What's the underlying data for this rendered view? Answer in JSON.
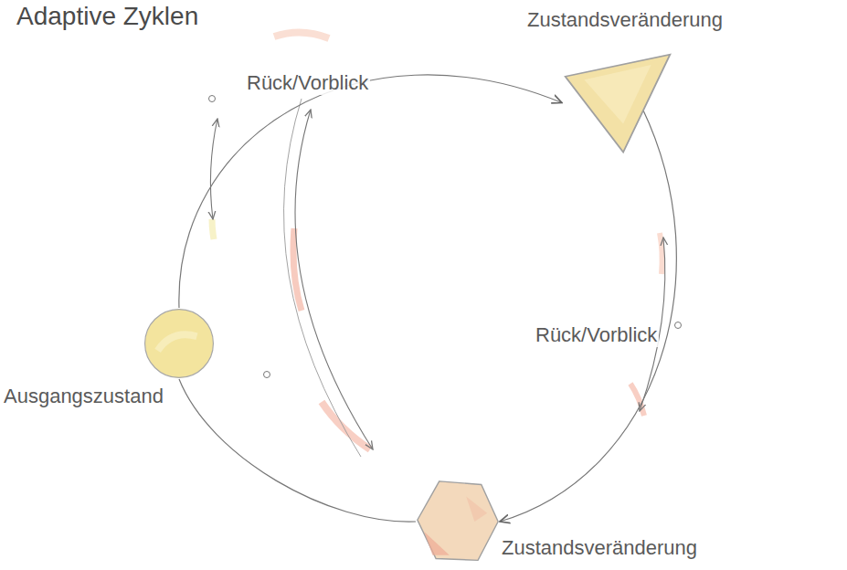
{
  "diagram": {
    "title": "Adaptive Zyklen",
    "nodes": [
      {
        "text": [
          "Ausgangszustand"
        ]
      },
      {
        "text": [
          "Zustandsveränderung"
        ]
      },
      {
        "text": [
          "Zustandsveränderung"
        ]
      }
    ],
    "edges": [
      {
        "from": 0,
        "to": 1,
        "arrow": "to"
      },
      {
        "from": 1,
        "to": 2,
        "arrow": "to"
      },
      {
        "from": 2,
        "to": 0,
        "arrow": "none"
      }
    ],
    "labels": [
      "Rück/Vorblick",
      "Rück/Vorblick"
    ]
  }
}
